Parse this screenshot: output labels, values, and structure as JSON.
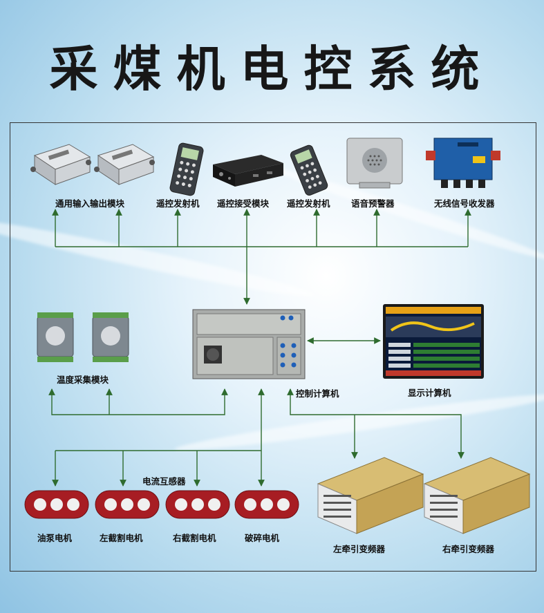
{
  "title": "采煤机电控系统",
  "labels": {
    "io_module": "通用输入输出模块",
    "remote_tx_1": "遥控发射机",
    "remote_rx": "遥控接受模块",
    "remote_tx_2": "遥控发射机",
    "voice_alarm": "语音预警器",
    "wireless_transceiver": "无线信号收发器",
    "temp_module": "温度采集模块",
    "control_computer": "控制计算机",
    "display_computer": "显示计算机",
    "current_transformer": "电流互感器",
    "oil_pump_motor": "油泵电机",
    "left_cutting_motor": "左截割电机",
    "right_cutting_motor": "右截割电机",
    "crusher_motor": "破碎电机",
    "left_traction_inverter": "左牵引变频器",
    "right_traction_inverter": "右牵引变频器"
  },
  "colors": {
    "wire": "#2e6b2e",
    "frame": "#333333",
    "title_text": "#171717"
  }
}
